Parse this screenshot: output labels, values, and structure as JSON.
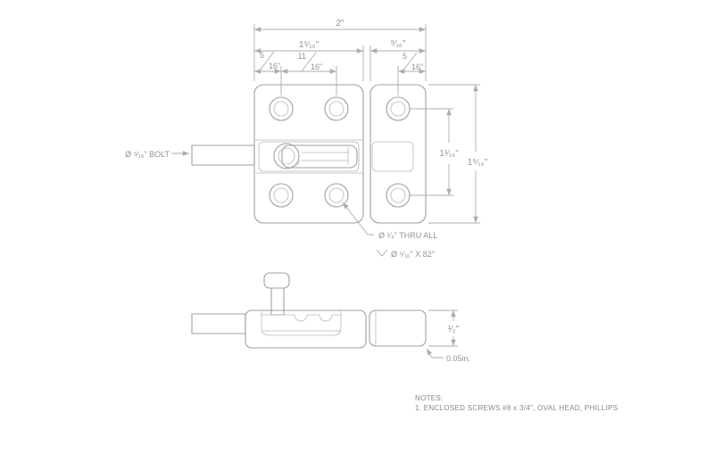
{
  "drawing": {
    "colors": {
      "line": "#9aa1a9",
      "text": "#8c949c"
    },
    "top_view": {
      "dim_overall_width": "2\"",
      "dim_plate_width": "1⁵⁄₁₆\"",
      "dim_keeper_width": "⁹⁄₁₆\"",
      "dim_hole_inset": {
        "num": "5",
        "den": "16\""
      },
      "dim_hole_spacing": {
        "num": "11",
        "den": "16\""
      },
      "dim_keeper_hole_inset": {
        "num": "5",
        "den": "16\""
      },
      "dim_hole_row_spacing": "1¹⁄₁₆\"",
      "dim_overall_height": "1⁹⁄₁₆\"",
      "bolt_callout": "Ø ⁵⁄₁₆\" BOLT",
      "hole_callout_line1": "Ø ¹⁄₄\" THRU ALL",
      "hole_callout_line2": "Ø ⁵⁄₁₆\" X 82°"
    },
    "side_view": {
      "dim_height": "¹⁄₂\"",
      "dim_clearance": "0.05in."
    },
    "notes": {
      "heading": "NOTES:",
      "items": [
        "1.  ENCLOSED SCREWS #8 x 3/4\", OVAL HEAD, PHILLIPS"
      ]
    }
  }
}
